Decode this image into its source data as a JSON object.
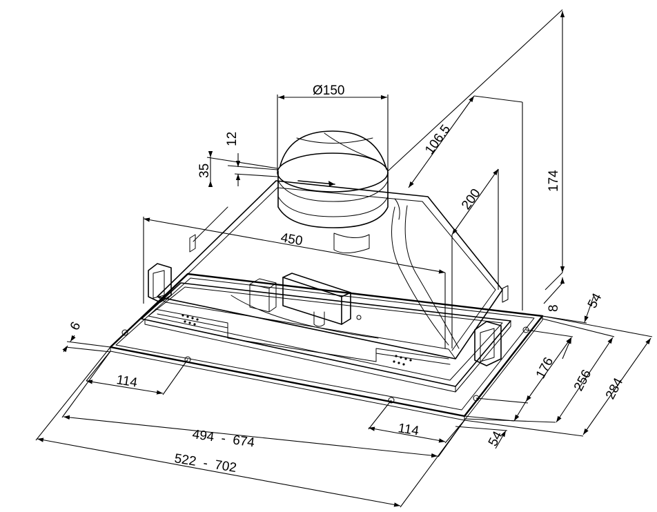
{
  "dimensions": {
    "diameter": "Ø150",
    "d_12": "12",
    "d_35": "35",
    "d_106_5": "106.5",
    "d_174": "174",
    "d_200": "200",
    "d_450": "450",
    "d_6": "6",
    "d_8": "8",
    "d_54_top": "54",
    "d_176": "176",
    "d_256": "256",
    "d_284": "284",
    "d_54_bottom": "54",
    "d_114_left": "114",
    "d_114_right": "114",
    "d_494_674": "494  -  674",
    "d_522_702": "522  -  702"
  }
}
